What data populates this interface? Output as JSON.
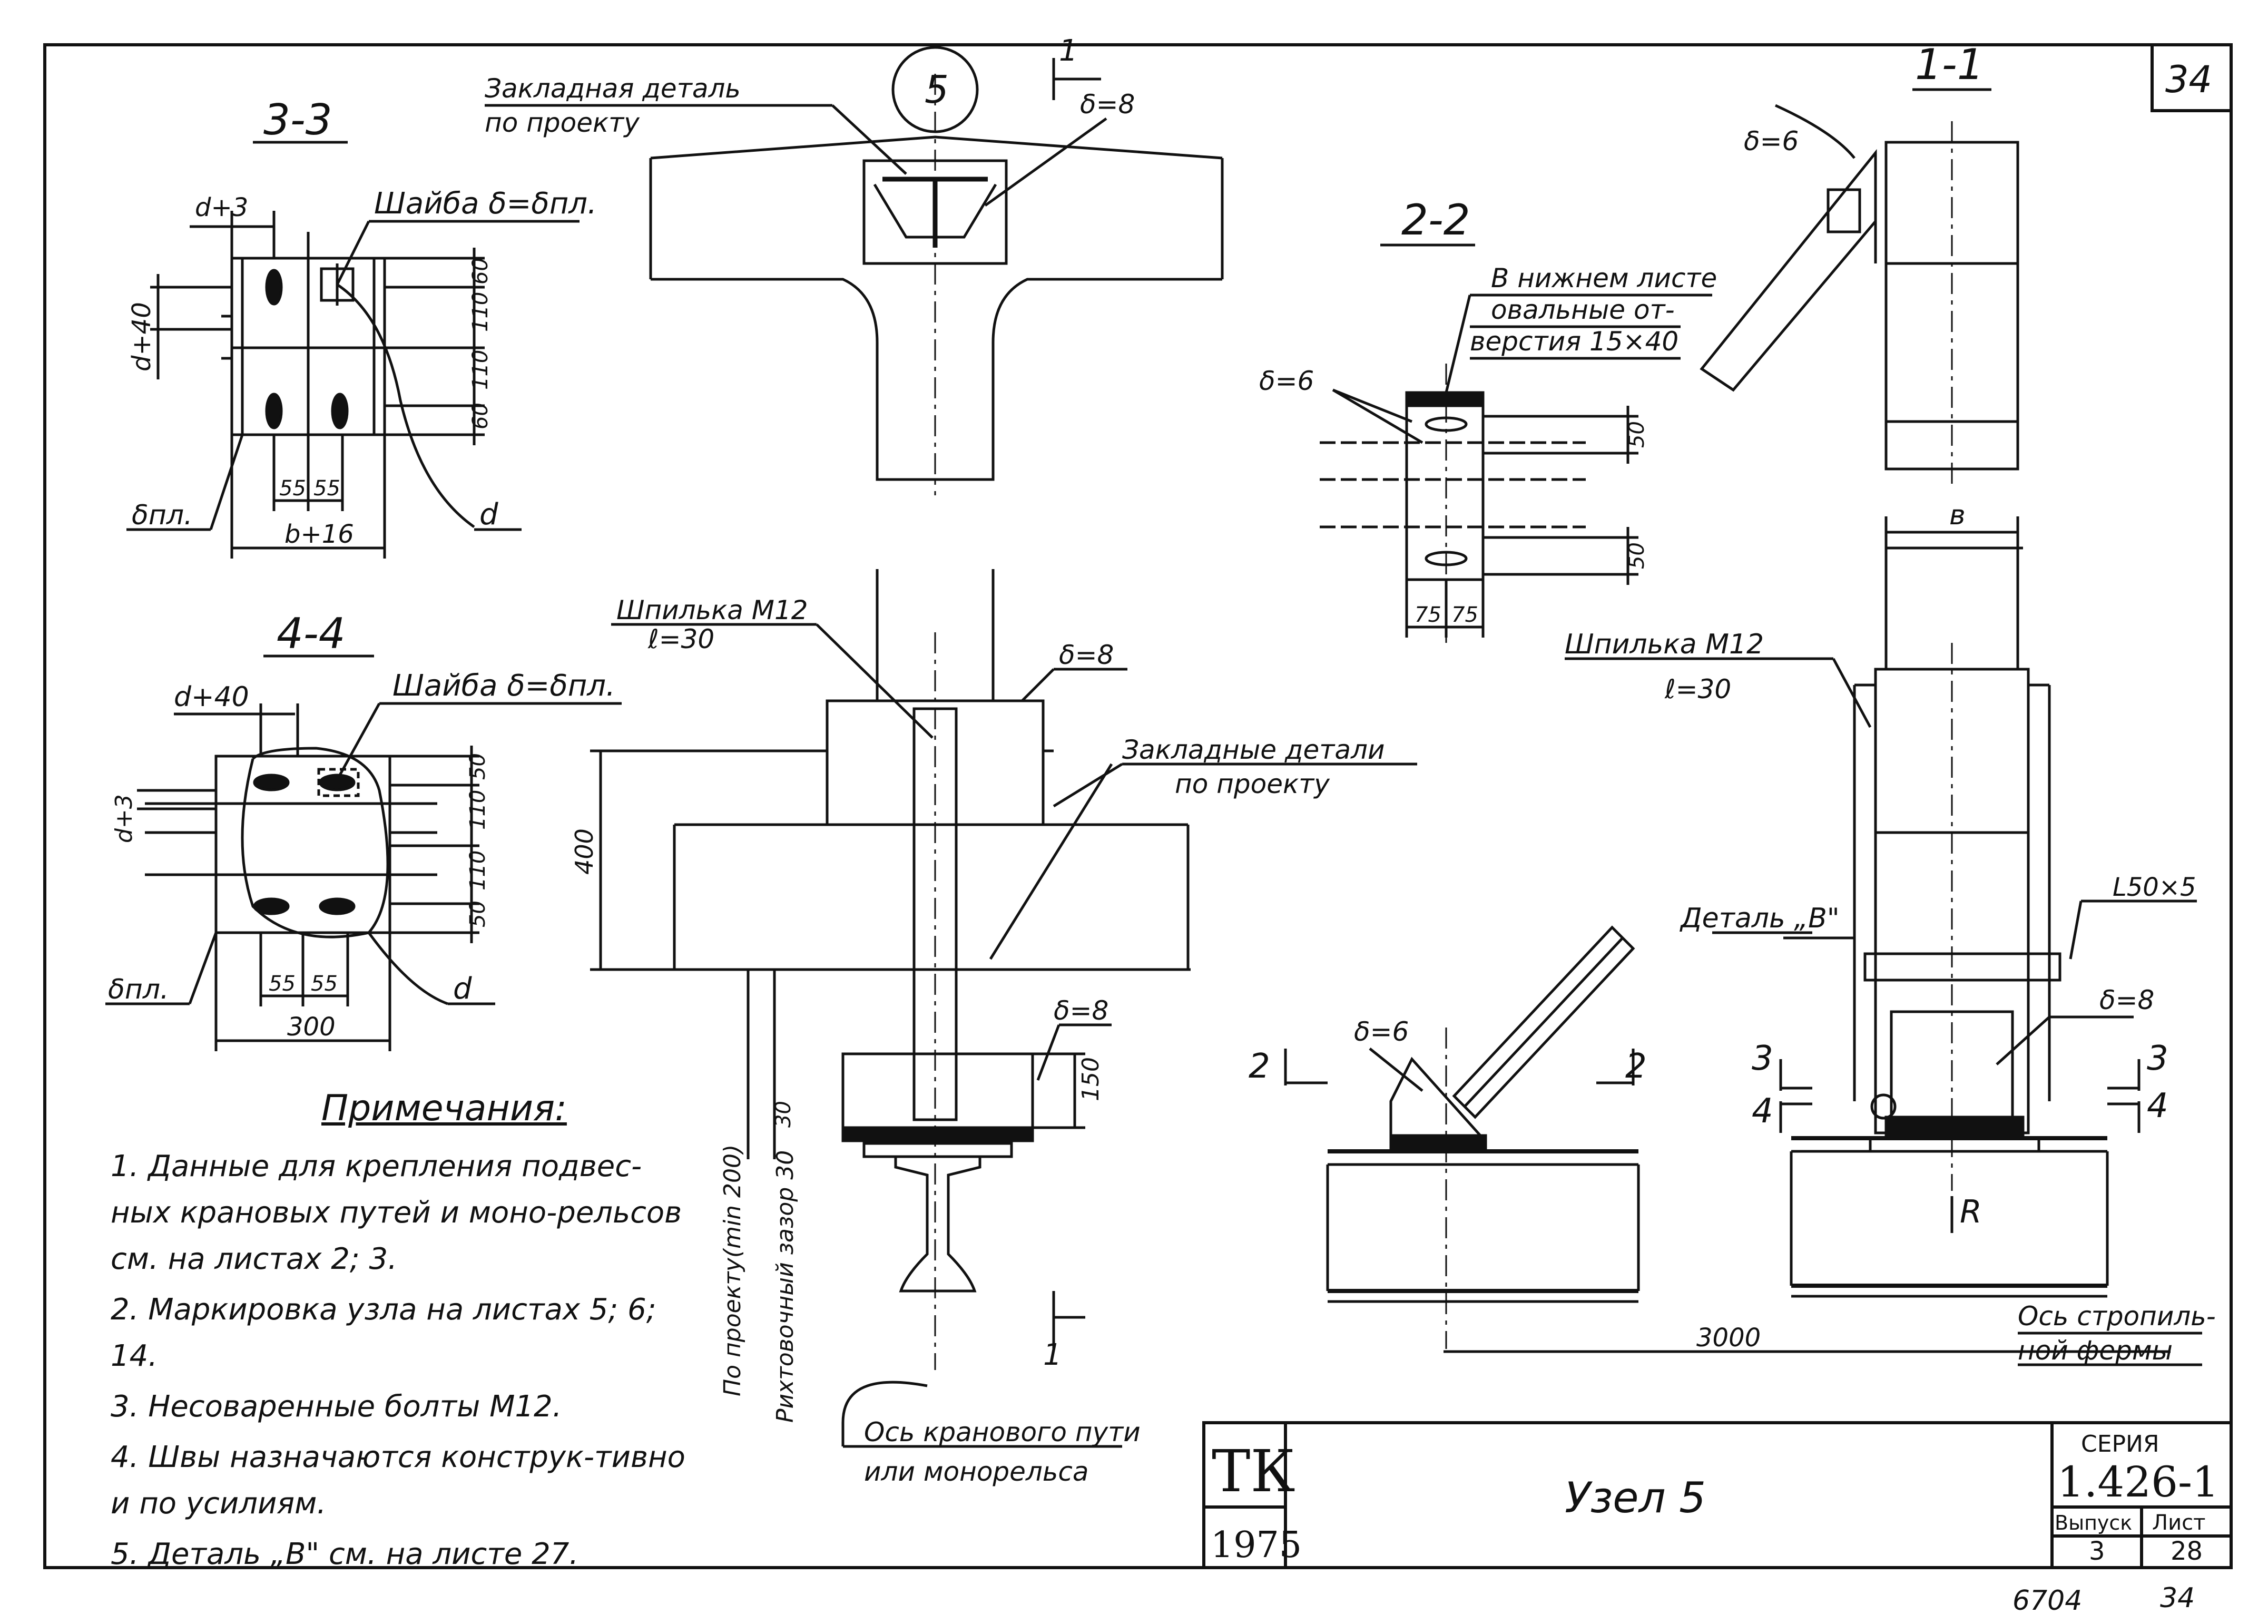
{
  "sheet_number": "34",
  "node_circle": "5",
  "section_3_3": {
    "title": "3-3",
    "dim_d3": "d+3",
    "dim_d40": "d+40",
    "washer": "Шайба δ=δпл.",
    "dims_right": [
      "60",
      "110",
      "110",
      "60"
    ],
    "dims_bottom": [
      "55",
      "55"
    ],
    "dim_width": "b+16",
    "label_plate": "δпл.",
    "label_d": "d"
  },
  "section_4_4": {
    "title": "4-4",
    "dim_d40": "d+40",
    "dim_d3": "d+3",
    "washer": "Шайба δ=δпл.",
    "dims_right": [
      "50",
      "110",
      "110",
      "50"
    ],
    "dims_bottom": [
      "55",
      "55"
    ],
    "dim_width": "300",
    "label_plate": "δпл.",
    "label_d": "d"
  },
  "top_view": {
    "embedded_1": "Закладная деталь",
    "embedded_2": "по проекту",
    "delta8": "δ=8",
    "cut_mark": "1"
  },
  "center_view": {
    "stud_1": "Шпилька М12",
    "stud_2": "ℓ=30",
    "delta8_top": "δ=8",
    "embedded_1": "Закладные детали",
    "embedded_2": "по проекту",
    "dim_400": "400",
    "delta8_bottom": "δ=8",
    "dim_150": "150",
    "dim_30": "30",
    "vert_1": "По проекту(min 200)",
    "vert_2": "Рихтовочный зазор 30",
    "axis_1": "Ось кранового пути",
    "axis_2": "или монорельса",
    "cut_mark": "1"
  },
  "section_2_2": {
    "title": "2-2",
    "note_1": "В нижнем листе",
    "note_2": "овальные от-",
    "note_3": "верстия 15×40",
    "delta6": "δ=6",
    "dims_right": [
      "50",
      "50"
    ],
    "dims_bottom": [
      "75",
      "75"
    ]
  },
  "section_1_1": {
    "title": "1-1",
    "delta6": "δ=6",
    "dim_b": "в",
    "stud_1": "Шпилька М12",
    "stud_2": "ℓ=30",
    "angle": "L50×5",
    "detail_b": "Деталь „В\"",
    "delta8": "δ=8",
    "mark3_left": "3",
    "mark4_left": "4",
    "mark3_right": "3",
    "mark4_right": "4",
    "load": "R",
    "dim_3000": "3000",
    "truss_1": "Ось стропиль-",
    "truss_2": "ной фермы"
  },
  "brace_view": {
    "delta6": "δ=6",
    "mark2_left": "2",
    "mark2_right": "2"
  },
  "notes": {
    "heading": "Примечания:",
    "items": [
      "1. Данные для крепления подвес-ных крановых путей и моно-рельсов см. на листах 2; 3.",
      "2. Маркировка узла на листах 5; 6; 14.",
      "3. Несоваренные болты М12.",
      "4. Швы назначаются конструк-тивно и по усилиям.",
      "5. Деталь „В\" см. на листе 27."
    ]
  },
  "title_block": {
    "org": "ТК",
    "year": "1975",
    "title": "Узел 5",
    "series_label": "СЕРИЯ",
    "series": "1.426-1",
    "issue_label": "Выпуск",
    "sheet_label": "Лист",
    "issue": "3",
    "sheet": "28"
  },
  "footer": {
    "code": "6704",
    "page": "34"
  }
}
